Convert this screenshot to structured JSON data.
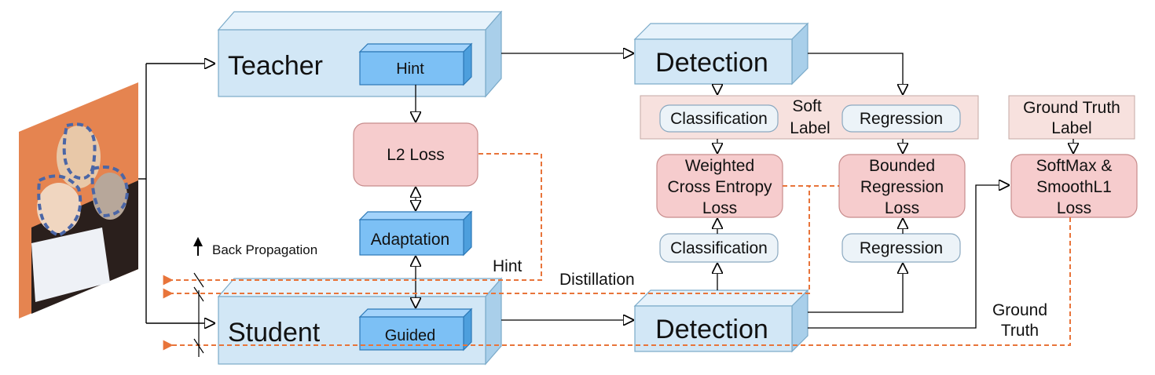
{
  "colors": {
    "block_face": "#d2e7f6",
    "block_top": "#e6f2fb",
    "block_side": "#a9cfea",
    "block_stroke": "#7aaac9",
    "inner_face": "#7cc0f5",
    "inner_stroke": "#2c78b6",
    "loss_fill": "#f6cccd",
    "loss_stroke": "#c78c8c",
    "label_band": "#f7e1de",
    "pill_fill": "#ecf3f8",
    "pill_stroke": "#8ba9c0",
    "arrow": "#000000",
    "dashed": "#e8743a",
    "image_bg": "#e58450"
  },
  "blocks": {
    "teacher": "Teacher",
    "student": "Student",
    "detection_top": "Detection",
    "detection_bottom": "Detection"
  },
  "inner_blocks": {
    "hint": "Hint",
    "guided": "Guided",
    "adaptation": "Adaptation"
  },
  "losses": {
    "l2": "L2 Loss",
    "wce": [
      "Weighted",
      "Cross Entropy",
      "Loss"
    ],
    "brl": [
      "Bounded",
      "Regression",
      "Loss"
    ],
    "softmax": [
      "SoftMax &",
      "SmoothL1",
      "Loss"
    ]
  },
  "pills": {
    "classification_top": "Classification",
    "regression_top": "Regression",
    "classification_bottom": "Classification",
    "regression_bottom": "Regression"
  },
  "labels": {
    "soft_label": [
      "Soft",
      "Label"
    ],
    "ground_truth_label": [
      "Ground Truth",
      "Label"
    ],
    "back_propagation": "Back Propagation",
    "hint_path": "Hint",
    "distillation_path": "Distillation",
    "ground_truth_path": [
      "Ground",
      "Truth"
    ]
  },
  "icons": {
    "input_image": "photo-icon",
    "back_propagation": "up-arrow-icon"
  }
}
